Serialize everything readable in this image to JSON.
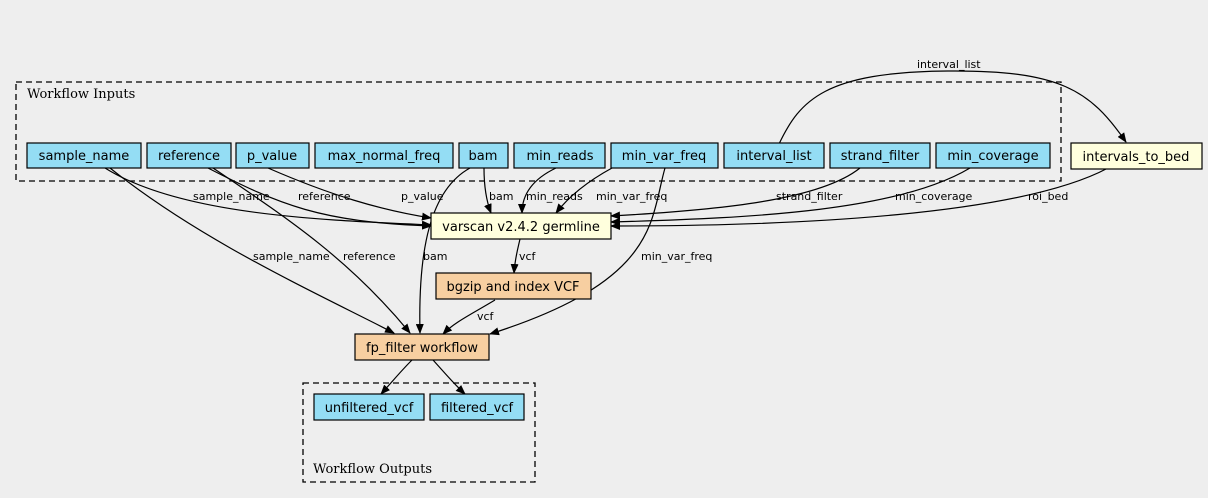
{
  "clusters": {
    "inputs_label": "Workflow Inputs",
    "outputs_label": "Workflow Outputs"
  },
  "nodes": {
    "sample_name": "sample_name",
    "reference": "reference",
    "p_value": "p_value",
    "max_normal_freq": "max_normal_freq",
    "bam": "bam",
    "min_reads": "min_reads",
    "min_var_freq": "min_var_freq",
    "interval_list": "interval_list",
    "strand_filter": "strand_filter",
    "min_coverage": "min_coverage",
    "intervals_to_bed": "intervals_to_bed",
    "varscan": "varscan v2.4.2 germline",
    "bgzip": "bgzip and index VCF",
    "fp_filter": "fp_filter workflow",
    "unfiltered_vcf": "unfiltered_vcf",
    "filtered_vcf": "filtered_vcf"
  },
  "edge_labels": {
    "interval_list_to_bed": "interval_list",
    "sample_name_varscan": "sample_name",
    "reference_varscan": "reference",
    "p_value_varscan": "p_value",
    "bam_varscan": "bam",
    "min_reads_varscan": "min_reads",
    "min_var_freq_varscan": "min_var_freq",
    "strand_filter_varscan": "strand_filter",
    "min_coverage_varscan": "min_coverage",
    "roi_bed_varscan": "roi_bed",
    "varscan_bgzip": "vcf",
    "sample_name_fp": "sample_name",
    "reference_fp": "reference",
    "bam_fp": "bam",
    "min_var_freq_fp": "min_var_freq",
    "bgzip_fp": "vcf"
  },
  "colors": {
    "input_fill": "#94ddf4",
    "step_fill": "#ffffdd",
    "subworkflow_fill": "#f7cfa1",
    "background": "#eeeeee"
  }
}
